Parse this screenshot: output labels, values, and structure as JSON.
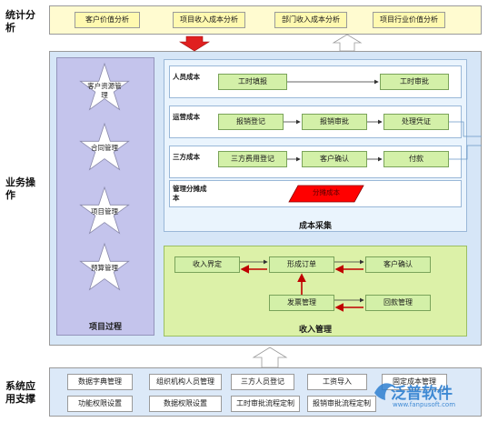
{
  "sections": {
    "stats": "统计分析",
    "business": "业务操作",
    "support": "系统应用支撑"
  },
  "stats_items": [
    "客户价值分析",
    "项目收入成本分析",
    "部门收入成本分析",
    "项目行业价值分析"
  ],
  "project_process": {
    "title": "项目过程",
    "stars": [
      "客户资源管理",
      "合同管理",
      "项目管理",
      "预算管理"
    ]
  },
  "cost_collection": {
    "title": "成本采集",
    "rows": [
      {
        "label": "人员成本",
        "steps": [
          "工时填报",
          "工时审批"
        ]
      },
      {
        "label": "运营成本",
        "steps": [
          "报销登记",
          "报销审批",
          "处理凭证"
        ]
      },
      {
        "label": "三方成本",
        "steps": [
          "三方费用登记",
          "客户确认",
          "付款"
        ]
      },
      {
        "label": "管理分摊成本",
        "steps": [
          "分摊成本"
        ]
      }
    ]
  },
  "revenue": {
    "title": "收入管理",
    "steps": [
      "收入界定",
      "形成订单",
      "客户确认",
      "发票管理",
      "回款管理"
    ]
  },
  "support_row1": [
    "数据字典管理",
    "组织机构人员管理",
    "三方人员登记",
    "工资导入",
    "固定成本管理"
  ],
  "support_row2": [
    "功能权限设置",
    "数据权限设置",
    "工时审批流程定制",
    "报销审批流程定制"
  ],
  "watermark": {
    "brand": "泛普软件",
    "url": "www.fanpusoft.com"
  },
  "colors": {
    "stats_band": "#fffbd0",
    "business_band": "#d6e6f7",
    "project_panel": "#c4c4ec",
    "cost_panel": "#eaf4fd",
    "revenue_panel": "#dcf1a8",
    "step_box": "#d3f0a8",
    "allocation_box": "#ff0000",
    "arrow_red": "#c00000",
    "arrow_down": "#e02020"
  }
}
